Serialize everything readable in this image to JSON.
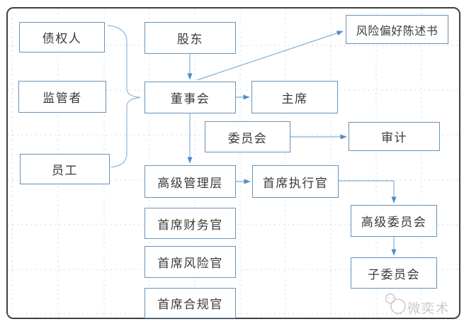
{
  "diagram": {
    "type": "flowchart",
    "nodes": {
      "creditors": {
        "label": "债权人"
      },
      "regulators": {
        "label": "监管者"
      },
      "employees": {
        "label": "员工"
      },
      "shareholders": {
        "label": "股东"
      },
      "board": {
        "label": "董事会"
      },
      "chairman": {
        "label": "主席"
      },
      "committee": {
        "label": "委员会"
      },
      "audit": {
        "label": "审计"
      },
      "risk_appetite": {
        "label": "风险偏好陈述书"
      },
      "senior_management": {
        "label": "高级管理层"
      },
      "cfo": {
        "label": "首席财务官"
      },
      "cro": {
        "label": "首席风险官"
      },
      "cco": {
        "label": "首席合规官"
      },
      "ceo": {
        "label": "首席执行官"
      },
      "senior_committee": {
        "label": "高级委员会"
      },
      "sub_committee": {
        "label": "子委员会"
      }
    },
    "edges": [
      {
        "from": "shareholders",
        "to": "board",
        "style": "arrow"
      },
      {
        "from": "board",
        "to": "risk_appetite",
        "style": "arrow"
      },
      {
        "from": "board",
        "to": "chairman",
        "style": "arrow"
      },
      {
        "from": "committee",
        "to": "audit",
        "style": "arrow"
      },
      {
        "from": "board",
        "to": "senior_management",
        "style": "arrow"
      },
      {
        "from": "senior_management",
        "to": "ceo",
        "style": "arrow"
      },
      {
        "from": "ceo",
        "to": "senior_committee",
        "style": "elbow-arrow"
      },
      {
        "from": "senior_committee",
        "to": "sub_committee",
        "style": "arrow"
      },
      {
        "from": "creditors, regulators, employees",
        "to": "board",
        "style": "curly-brace"
      }
    ],
    "watermark": {
      "text": "微奕术"
    },
    "colors": {
      "frame_border": "#3d3f42",
      "node_border": "#6a91b4",
      "arrow_line": "#82b1dc",
      "arrow_head": "#4e8cc6",
      "grid_dots": "#c7d4e3",
      "node_text": "#3a3a3a",
      "watermark": "#c9c9c9"
    }
  }
}
